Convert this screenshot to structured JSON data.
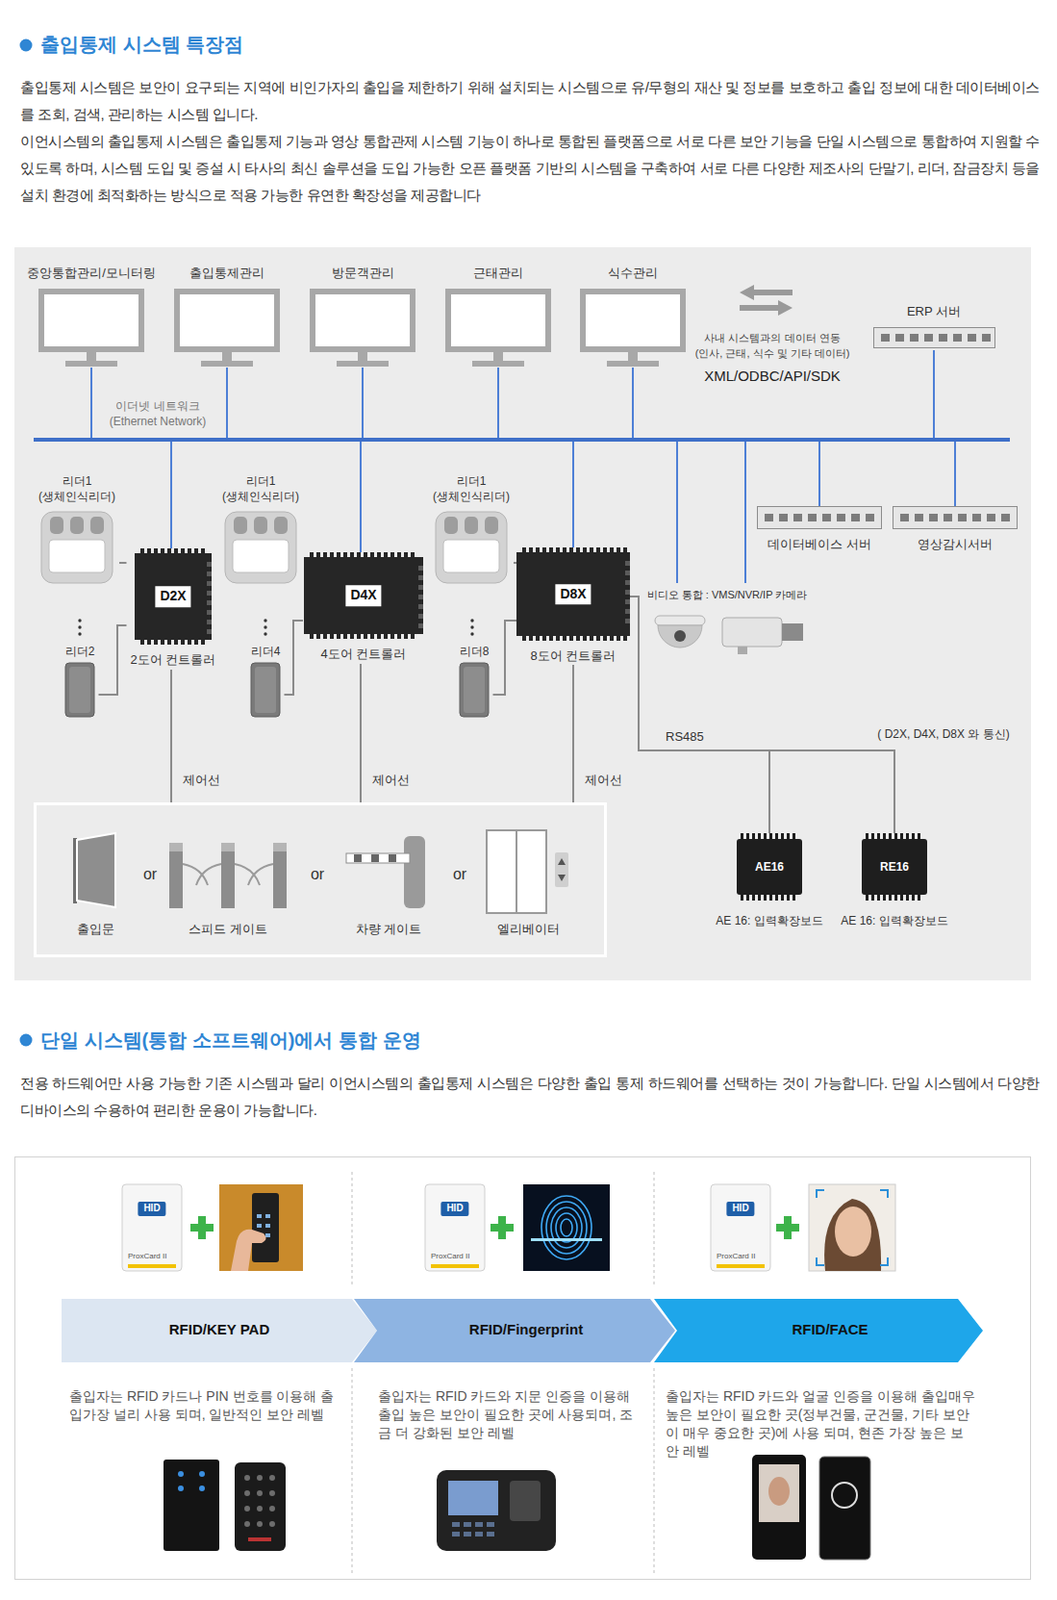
{
  "diagram": {
    "title": "출입통제 시스템 특장점",
    "nodes": [
      {
        "text": [
          "중앙통합관리/모니터링"
        ]
      },
      {
        "text": [
          "출입통제관리"
        ]
      },
      {
        "text": [
          "방문객관리"
        ]
      },
      {
        "text": [
          "근태관리"
        ]
      },
      {
        "text": [
          "식수관리"
        ]
      },
      {
        "text": [
          "ERP 서버"
        ]
      },
      {
        "text": [
          "이더넷 네트워크",
          "(Ethernet Network)"
        ]
      },
      {
        "text": [
          "리더1",
          "(생체인식리더)"
        ]
      },
      {
        "text": [
          "D2X",
          "2도어 컨트롤러"
        ]
      },
      {
        "text": [
          "리더1",
          "(생체인식리더)"
        ]
      },
      {
        "text": [
          "D4X",
          "4도어 컨트롤러"
        ]
      },
      {
        "text": [
          "리더1",
          "(생체인식리더)"
        ]
      },
      {
        "text": [
          "D8X",
          "8도어 컨트롤러"
        ]
      },
      {
        "text": [
          "비디오 통합 : VMS/NVR/IP 카메라"
        ]
      },
      {
        "text": [
          "데이터베이스 서버"
        ]
      },
      {
        "text": [
          "영상감시서버"
        ]
      },
      {
        "text": [
          "리더2"
        ]
      },
      {
        "text": [
          "리더4"
        ]
      },
      {
        "text": [
          "리더8"
        ]
      },
      {
        "text": [
          "or",
          "or",
          "or"
        ]
      },
      {
        "text": [
          "출입문"
        ],
        "in": 19
      },
      {
        "text": [
          "스피드 게이트"
        ],
        "in": 19
      },
      {
        "text": [
          "차량 게이트"
        ],
        "in": 19
      },
      {
        "text": [
          "엘리베이터"
        ],
        "in": 19
      },
      {
        "text": [
          "AE16",
          "AE 16: 입력확장보드"
        ]
      },
      {
        "text": [
          "RE16",
          "AE 16: 입력확장보드"
        ]
      },
      {
        "text": [
          "RFID/KEY PAD"
        ]
      },
      {
        "text": [
          "RFID/Fingerprint"
        ]
      },
      {
        "text": [
          "RFID/FACE"
        ]
      }
    ],
    "edges": [
      {
        "from": 0,
        "to": 6,
        "arrow": "none"
      },
      {
        "from": 1,
        "to": 6,
        "arrow": "none"
      },
      {
        "from": 2,
        "to": 6,
        "arrow": "none"
      },
      {
        "from": 3,
        "to": 6,
        "arrow": "none"
      },
      {
        "from": 4,
        "to": 6,
        "arrow": "none"
      },
      {
        "from": 5,
        "to": 6,
        "arrow": "none"
      },
      {
        "from": 6,
        "to": 8,
        "arrow": "none"
      },
      {
        "from": 6,
        "to": 10,
        "arrow": "none"
      },
      {
        "from": 6,
        "to": 12,
        "arrow": "none"
      },
      {
        "from": 6,
        "to": 13,
        "arrow": "none"
      },
      {
        "from": 6,
        "to": 13,
        "arrow": "none"
      },
      {
        "from": 6,
        "to": 14,
        "arrow": "none"
      },
      {
        "from": 6,
        "to": 15,
        "arrow": "none"
      },
      {
        "from": 7,
        "to": 8,
        "arrow": "none"
      },
      {
        "from": 16,
        "to": 8,
        "arrow": "none"
      },
      {
        "from": 9,
        "to": 10,
        "arrow": "none"
      },
      {
        "from": 17,
        "to": 10,
        "arrow": "none"
      },
      {
        "from": 11,
        "to": 12,
        "arrow": "none"
      },
      {
        "from": 18,
        "to": 12,
        "arrow": "none"
      },
      {
        "from": 8,
        "to": 19,
        "label": "제어선",
        "arrow": "none"
      },
      {
        "from": 10,
        "to": 19,
        "label": "제어선",
        "arrow": "none"
      },
      {
        "from": 12,
        "to": 19,
        "label": "제어선",
        "arrow": "none"
      },
      {
        "from": 12,
        "to": 24,
        "label": "RS485",
        "arrow": "none"
      },
      {
        "from": 12,
        "to": 25,
        "arrow": "none"
      }
    ],
    "labels": [
      "출입통제 시스템은 보안이 요구되는 지역에 비인가자의 출입을 제한하기 위해 설치되는 시스템으로 유/무형의 재산 및 정보를 보호하고 출입 정보에 대한 데이터베이스를 조회, 검색, 관리하는 시스템 입니다.",
      "이언시스템의 출입통제 시스템은 출입통제 기능과 영상 통합관제 시스템 기능이 하나로 통합된 플랫폼으로 서로 다른 보안 기능을 단일 시스템으로 통합하여 지원할 수 있도록 하며, 시스템 도입 및 증설 시 타사의 최신 솔루션을 도입 가능한 오픈 플랫폼 기반의 시스템을 구축하여 서로 다른 다양한 제조사의 단말기, 리더, 잠금장치 등을 설치 환경에 최적화하는 방식으로 적용 가능한 유연한 확장성을 제공합니다",
      "사내 시스템과의 데이터 연동",
      "(인사, 근태, 식수 및 기타 데이터)",
      "XML/ODBC/API/SDK",
      "( D2X, D4X, D8X 와 통신)",
      "단일 시스템(통합 소프트웨어)에서 통합 운영",
      "전용 하드웨어만 사용 가능한 기존 시스템과 달리 이언시스템의 출입통제 시스템은 다양한 출입 통제 하드웨어를 선택하는 것이 가능합니다. 단일 시스템에서 다양한 디바이스의 수용하여 편리한 운용이 가능합니다.",
      "HID",
      "ProxCard II",
      "HID",
      "ProxCard II",
      "HID",
      "ProxCard II",
      "출입자는 RFID 카드나 PIN 번호를 이용해 출입가장 널리 사용 되며, 일반적인 보안 레벨",
      "출입자는 RFID 카드와 지문 인증을 이용해 출입 높은 보안이 필요한 곳에 사용되며, 조금 더 강화된 보안 레벨",
      "출입자는 RFID 카드와 얼굴 인증을 이용해 출입매우 높은 보안이 필요한 곳(정부건물, 군건물, 기타 보안이 매우 중요한 곳)에 사용 되며, 현존 가장 높은 보안 레벨"
    ]
  }
}
